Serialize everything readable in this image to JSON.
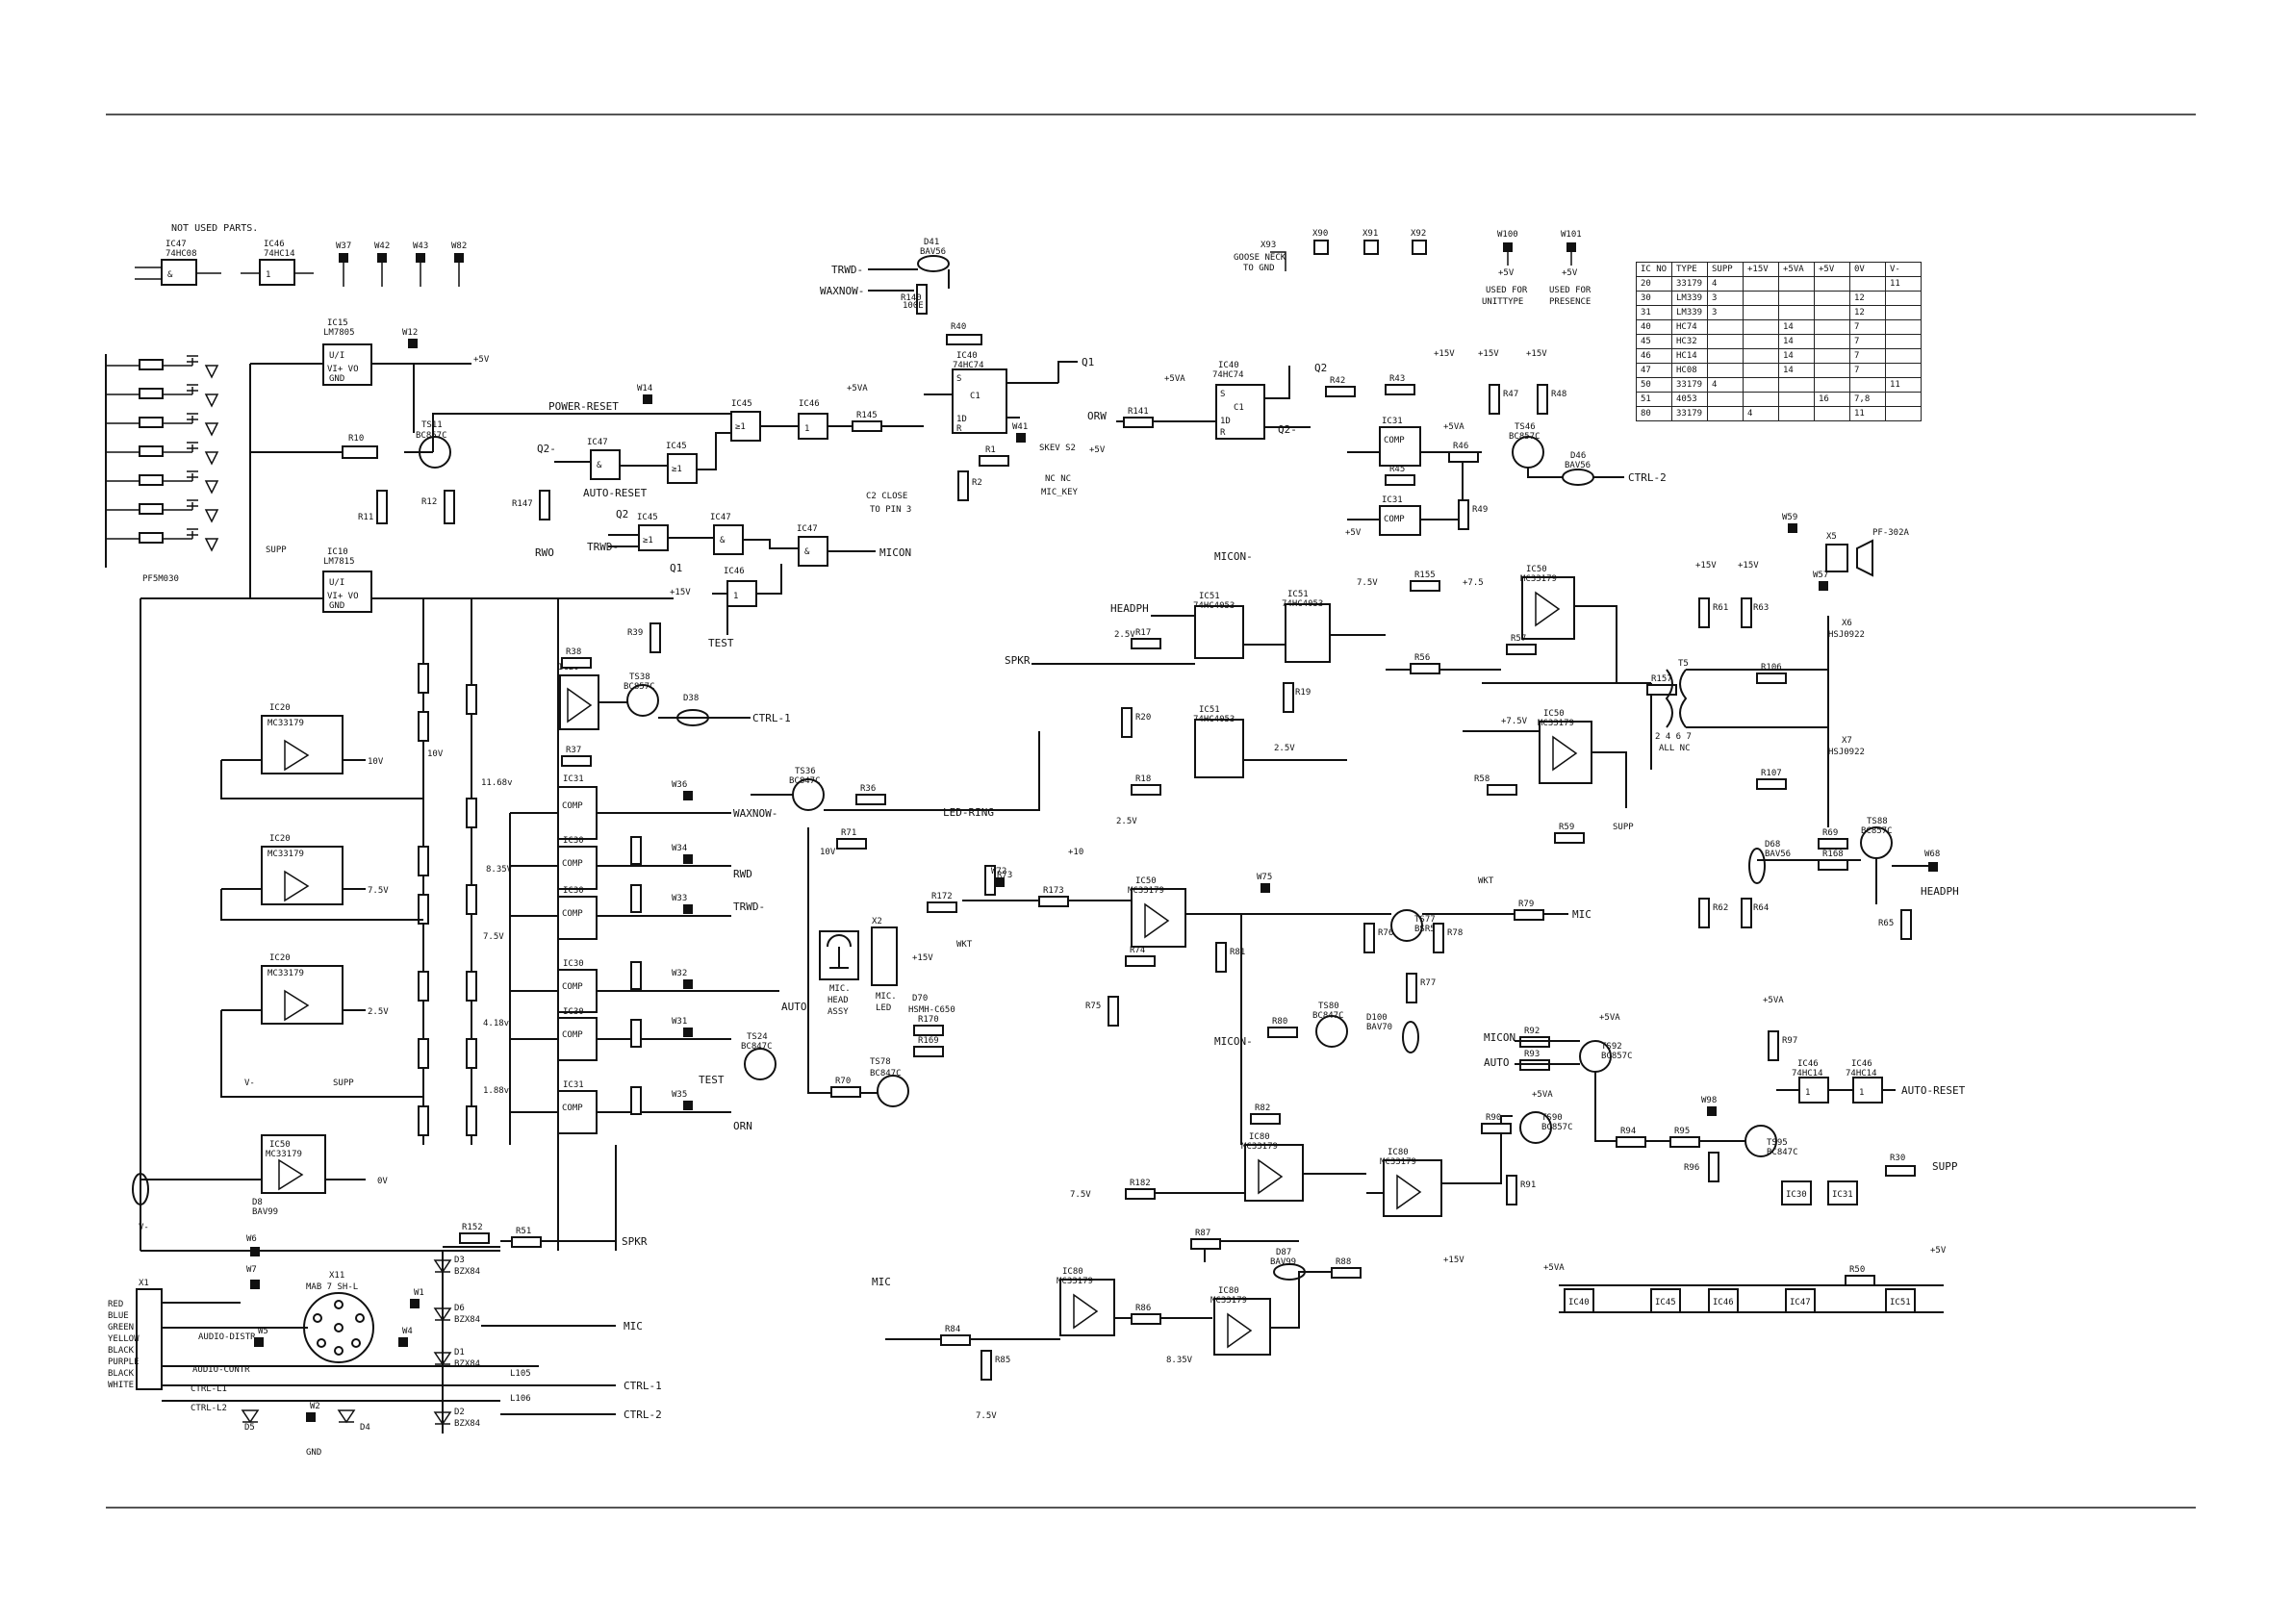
{
  "header_note": "NOT USED PARTS.",
  "pads_top": [
    "W37",
    "W42",
    "W43",
    "W82"
  ],
  "goose": {
    "ref": "X93",
    "line1": "GOOSE NECK",
    "line2": "TO GND"
  },
  "connectors_top": [
    "X90",
    "X91",
    "X92"
  ],
  "w100": {
    "ref": "W100",
    "rail": "+5V",
    "line1": "USED FOR",
    "line2": "UNITTYPE"
  },
  "w101": {
    "ref": "W101",
    "rail": "+5V",
    "line1": "USED FOR",
    "line2": "PRESENCE"
  },
  "table": {
    "headers": [
      "IC NO",
      "TYPE",
      "SUPP",
      "+15V",
      "+5VA",
      "+5V",
      "0V",
      "V-"
    ],
    "rows": [
      [
        "20",
        "33179",
        "4",
        "",
        "",
        "",
        "",
        "11"
      ],
      [
        "30",
        "LM339",
        "3",
        "",
        "",
        "",
        "12",
        ""
      ],
      [
        "31",
        "LM339",
        "3",
        "",
        "",
        "",
        "12",
        ""
      ],
      [
        "40",
        "HC74",
        "",
        "",
        "14",
        "",
        "7",
        ""
      ],
      [
        "45",
        "HC32",
        "",
        "",
        "14",
        "",
        "7",
        ""
      ],
      [
        "46",
        "HC14",
        "",
        "",
        "14",
        "",
        "7",
        ""
      ],
      [
        "47",
        "HC08",
        "",
        "",
        "14",
        "",
        "7",
        ""
      ],
      [
        "50",
        "33179",
        "4",
        "",
        "",
        "",
        "",
        "11"
      ],
      [
        "51",
        "4053",
        "",
        "",
        "",
        "16",
        "7,8",
        ""
      ],
      [
        "80",
        "33179",
        "",
        "4",
        "",
        "",
        "11",
        ""
      ]
    ]
  },
  "nets": {
    "trwd": "TRWD-",
    "waxnow": "WAXNOW-",
    "q1": "Q1",
    "q2": "Q2",
    "q2n": "Q2-",
    "orw": "ORW",
    "power_reset": "POWER-RESET",
    "auto_reset": "AUTO-RESET",
    "micon": "MICON",
    "micon_n": "MICON-",
    "ctrl1": "CTRL-1",
    "ctrl2": "CTRL-2",
    "led_ring": "LED-RING",
    "spkr": "SPKR",
    "headph": "HEADPH",
    "mic": "MIC",
    "auto": "AUTO",
    "test": "TEST",
    "rwd": "RWD",
    "orn": "ORN",
    "supp": "SUPP",
    "wkt": "WKT",
    "gnd": "GND",
    "rwo": "RWO",
    "ctrl_l1": "CTRL-L1",
    "ctrl_l2": "CTRL-L2"
  },
  "rails": {
    "p5v": "+5V",
    "p5va": "+5VA",
    "p15v": "+15V",
    "vneg": "V-",
    "v10": "10V",
    "v75": "7.5V",
    "v25": "2.5V",
    "v0": "0V",
    "v835": "8.35V",
    "v1168": "11.68v",
    "v188": "1.88v",
    "v418": "4.18v"
  },
  "ics": [
    {
      "ref": "IC47",
      "type": "74HC08"
    },
    {
      "ref": "IC46",
      "type": "74HC14"
    },
    {
      "ref": "IC15",
      "type": "LM7805"
    },
    {
      "ref": "IC10",
      "type": "LM7815"
    },
    {
      "ref": "IC20",
      "type": "MC33179"
    },
    {
      "ref": "IC30",
      "type": "LM339"
    },
    {
      "ref": "IC31",
      "type": "LM339"
    },
    {
      "ref": "IC40",
      "type": "74HC74"
    },
    {
      "ref": "IC45",
      "type": "74HC32"
    },
    {
      "ref": "IC50",
      "type": "MC33179"
    },
    {
      "ref": "IC51",
      "type": "74HC4053"
    },
    {
      "ref": "IC80",
      "type": "MC33179"
    }
  ],
  "notes": {
    "c2_close": "C2 CLOSE",
    "to_pin3": "TO PIN 3",
    "skev": "SKEV S2",
    "nc": "NC NC",
    "mic_key": "MIC_KEY",
    "all_nc": "ALL NC",
    "mic_head": "MIC.",
    "mic_head2": "HEAD",
    "mic_head3": "ASSY",
    "mic_led": "MIC.",
    "mic_led2": "LED",
    "x11": "X11",
    "x11_type": "MAB 7 SH-L",
    "audio_distr": "AUDIO-DISTR",
    "audio_contr": "AUDIO-CONTR",
    "ptc": "PF5M030",
    "spk_conn": "PF-302A"
  },
  "wires": [
    "RED",
    "BLUE",
    "GREEN",
    "YELLOW",
    "BLACK",
    "PURPLE",
    "BLACK",
    "WHITE"
  ]
}
